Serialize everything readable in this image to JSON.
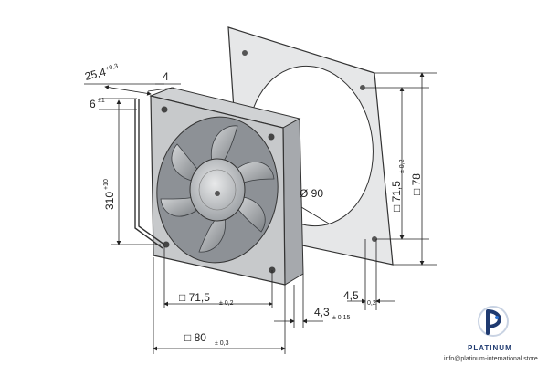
{
  "dimensions": {
    "frame_depth": "25,4",
    "frame_depth_tol": "+0,3",
    "flange": "4",
    "cable_offset": "6",
    "cable_offset_tol": "±1",
    "cable_length": "310",
    "cable_length_tol": "+10",
    "hole_spacing_h": "□ 71,5",
    "hole_spacing_h_tol": "± 0,2",
    "width_h": "□ 80",
    "width_h_tol": "± 0,3",
    "gasket_thickness": "4,3",
    "gasket_thickness_tol": "± 0,15",
    "hole_diameter": "4,5",
    "hole_diameter_tol": "+ 0,2",
    "hole_spacing_v": "□ 71,5",
    "hole_spacing_v_tol": "± 0,2",
    "width_v": "□ 78",
    "opening_diameter": "Ø 90"
  },
  "branding": {
    "name": "PLATINUM",
    "url": "info@platinum-international.store"
  },
  "colors": {
    "line": "#222222",
    "fan_metal": "#b9bcc0",
    "fan_dark": "#5f6368",
    "gasket": "#e6e7e8",
    "brand_blue": "#1f3a70"
  }
}
